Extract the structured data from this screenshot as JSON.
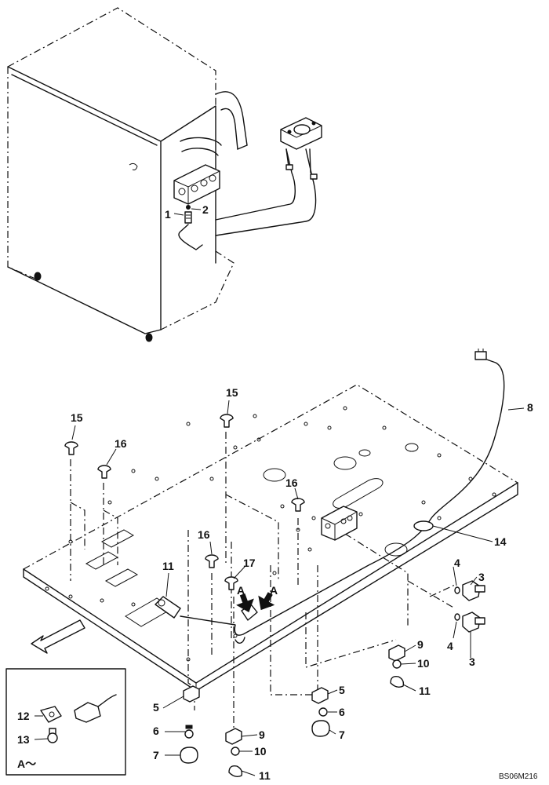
{
  "diagram": {
    "drawing_code": "BS06M216",
    "inset_label": "A～",
    "view_labels": [
      "A",
      "A"
    ],
    "callouts": [
      "1",
      "2",
      "3",
      "3",
      "4",
      "4",
      "5",
      "5",
      "6",
      "6",
      "7",
      "7",
      "8",
      "9",
      "9",
      "10",
      "10",
      "11",
      "11",
      "11",
      "12",
      "13",
      "14",
      "15",
      "15",
      "16",
      "16",
      "16",
      "17"
    ]
  }
}
